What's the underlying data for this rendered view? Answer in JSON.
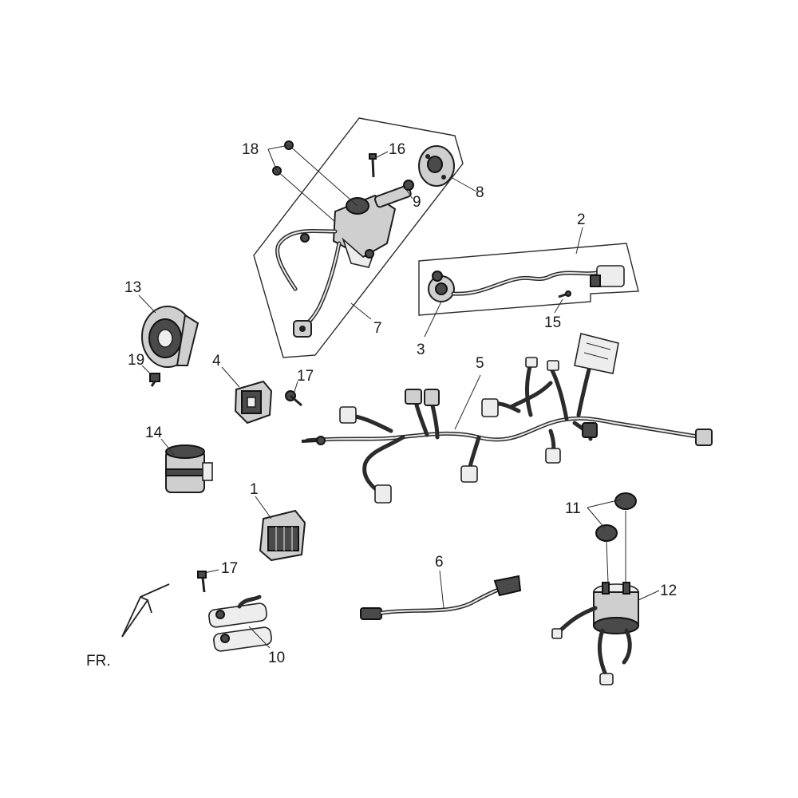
{
  "callouts": {
    "c1": "1",
    "c2": "2",
    "c3": "3",
    "c4": "4",
    "c5": "5",
    "c6": "6",
    "c7": "7",
    "c8": "8",
    "c9": "9",
    "c10": "10",
    "c11": "11",
    "c12": "12",
    "c13": "13",
    "c14": "14",
    "c15": "15",
    "c16": "16",
    "c17a": "17",
    "c17b": "17",
    "c18": "18",
    "c19": "19"
  },
  "direction": {
    "label": "FR."
  }
}
